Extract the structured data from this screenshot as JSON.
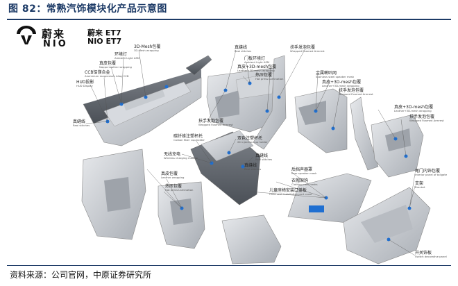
{
  "figure": {
    "title": "图 82：常熟汽饰模块化产品示意图",
    "source": "资料来源：公司官网，中原证券研究所"
  },
  "brand": {
    "logo_cn": "蔚来",
    "logo_en": "NIO",
    "model_cn": "蔚来 ET7",
    "model_en": "NIO ET7"
  },
  "colors": {
    "title_navy": "#1c3a66",
    "part_gray": "#bfc4ca",
    "highlight_blue": "#1f6fd1"
  },
  "callouts": [
    {
      "cn": "3D-Mesh包覆",
      "en": "3D-Mesh wrapping"
    },
    {
      "cn": "环境灯",
      "en": "Ambient Light ASM"
    },
    {
      "cn": "真皮包覆",
      "en": "Nappa Leather wrapping"
    },
    {
      "cn": "CCB铝镁合金",
      "en": "Aluminium magnesium Alloy CCB"
    },
    {
      "cn": "HUD投影",
      "en": "HUD Display"
    },
    {
      "cn": "真缝线",
      "en": "Real stitches"
    },
    {
      "cn": "真缝线",
      "en": "Real stitches"
    },
    {
      "cn": "门板环境灯",
      "en": "Ambient Light ASM"
    },
    {
      "cn": "真皮+3D-mesh包覆",
      "en": "Leather+3D-mesh wrapping"
    },
    {
      "cn": "热压包覆",
      "en": "Hot press Lamination"
    },
    {
      "cn": "扶手发泡包覆",
      "en": "Wrapped Foamed Armrest"
    },
    {
      "cn": "扶手发泡包覆",
      "en": "Wrapped Foamed Armrest"
    },
    {
      "cn": "金属喇叭网",
      "en": "Stainless steel speaker mesh"
    },
    {
      "cn": "真皮+3D-mesh包覆",
      "en": "Leather+3D-mesh wrapping"
    },
    {
      "cn": "扶手发泡包覆",
      "en": "Wrapped Foamed Armrest"
    },
    {
      "cn": "真皮+3D-mesh包覆",
      "en": "Leather+3D-mesh wrapping"
    },
    {
      "cn": "扶手发泡包覆",
      "en": "Wrapped Foamed Armrest"
    },
    {
      "cn": "碳纤维注塑杯托",
      "en": "Carbon fiber cup holder"
    },
    {
      "cn": "双色注塑杯托",
      "en": "2K injection cup holder"
    },
    {
      "cn": "无线充电",
      "en": "Wireless charging module"
    },
    {
      "cn": "真缝线",
      "en": "Real stitches"
    },
    {
      "cn": "真缝线",
      "en": "Real stitches"
    },
    {
      "cn": "真皮包覆",
      "en": "Leather wrapping"
    },
    {
      "cn": "热压包覆",
      "en": "Hot press Lamination"
    },
    {
      "cn": "后挡声器罩",
      "en": "Rear speaker mask"
    },
    {
      "cn": "衣帽架钩",
      "en": "Clothing rack hooks"
    },
    {
      "cn": "儿童座椅安装口盖板",
      "en": "Child seat installation port cover"
    },
    {
      "cn": "尾门内饰包覆",
      "en": "Interior panel of tailgate"
    },
    {
      "cn": "支架",
      "en": "Bracket"
    },
    {
      "cn": "开关饰板",
      "en": "Switch decorative panel"
    }
  ]
}
